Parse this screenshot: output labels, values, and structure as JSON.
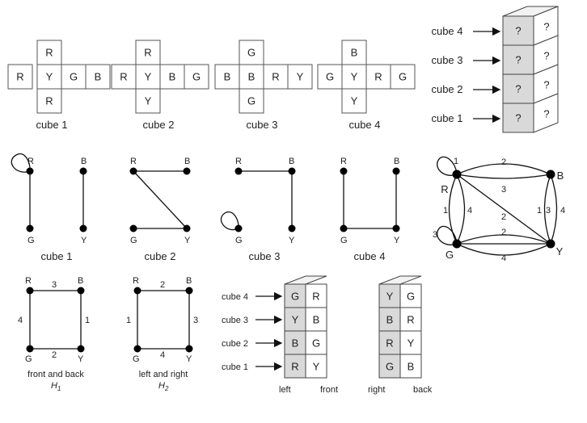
{
  "nets": [
    {
      "caption": "cube 1",
      "top": "R",
      "middle": [
        "R",
        "Y",
        "G",
        "B"
      ],
      "bottom": "R"
    },
    {
      "caption": "cube 2",
      "top": "R",
      "middle": [
        "R",
        "Y",
        "B",
        "G"
      ],
      "bottom": "Y"
    },
    {
      "caption": "cube 3",
      "top": "G",
      "middle": [
        "B",
        "B",
        "R",
        "Y"
      ],
      "bottom": "G"
    },
    {
      "caption": "cube 4",
      "top": "B",
      "middle": [
        "G",
        "Y",
        "R",
        "G"
      ],
      "bottom": "Y"
    }
  ],
  "stack_question": {
    "labels": [
      "cube 4",
      "cube 3",
      "cube 2",
      "cube 1"
    ],
    "mark": "?"
  },
  "cube_graphs": [
    {
      "caption": "cube 1",
      "vertices": [
        "R",
        "B",
        "G",
        "Y"
      ]
    },
    {
      "caption": "cube 2",
      "vertices": [
        "R",
        "B",
        "G",
        "Y"
      ]
    },
    {
      "caption": "cube 3",
      "vertices": [
        "R",
        "B",
        "G",
        "Y"
      ]
    },
    {
      "caption": "cube 4",
      "vertices": [
        "R",
        "B",
        "G",
        "Y"
      ]
    }
  ],
  "combined_graph": {
    "vertices": [
      "R",
      "B",
      "G",
      "Y"
    ],
    "edge_labels": [
      "1",
      "2",
      "3",
      "1",
      "4",
      "2",
      "1",
      "3",
      "4",
      "2",
      "3",
      "4"
    ]
  },
  "subgraphs": [
    {
      "caption_line1": "front and back",
      "caption_line2": "H",
      "subscript": "1",
      "vertices": [
        "R",
        "B",
        "G",
        "Y"
      ],
      "edge_labels": [
        "3",
        "4",
        "1",
        "2"
      ]
    },
    {
      "caption_line1": "left and right",
      "caption_line2": "H",
      "subscript": "2",
      "vertices": [
        "R",
        "B",
        "G",
        "Y"
      ],
      "edge_labels": [
        "2",
        "1",
        "3",
        "4"
      ]
    }
  ],
  "solution_stacks": {
    "labels": [
      "cube 4",
      "cube 3",
      "cube 2",
      "cube 1"
    ],
    "left_front": [
      [
        "G",
        "R"
      ],
      [
        "Y",
        "B"
      ],
      [
        "B",
        "G"
      ],
      [
        "R",
        "Y"
      ]
    ],
    "right_back": [
      [
        "Y",
        "G"
      ],
      [
        "B",
        "R"
      ],
      [
        "R",
        "Y"
      ],
      [
        "G",
        "B"
      ]
    ],
    "bottom_labels": [
      "left",
      "front",
      "right",
      "back"
    ]
  }
}
